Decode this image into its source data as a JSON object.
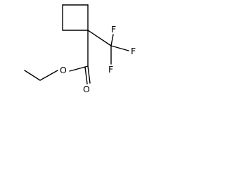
{
  "molecule": {
    "atoms": {
      "ester_oxygen": "O",
      "carbonyl_oxygen": "O",
      "fluorine_top": "F",
      "fluorine_right": "F",
      "fluorine_bottom": "F"
    },
    "colors": {
      "bond": "#000000",
      "label": "#000000",
      "background": "#ffffff"
    }
  }
}
